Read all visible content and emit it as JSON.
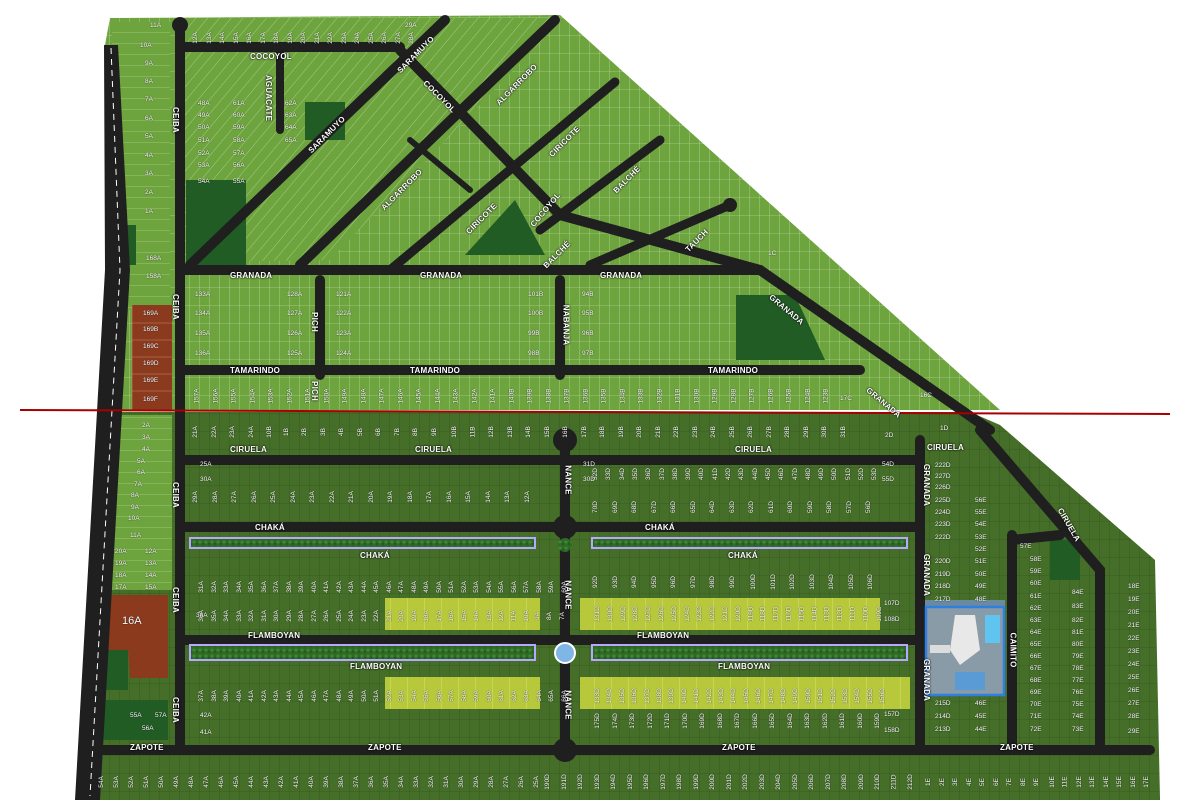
{
  "colors": {
    "road": "#1f1f1f",
    "lot_light": "#6da43e",
    "lot_dark": "#4d7a2d",
    "lot_yellow": "#b9c93a",
    "forest": "#1f5a25",
    "brown": "#8b3a1e",
    "divider": "#b00000",
    "line": "#d6e8c3",
    "median": "#9b8fd6",
    "amenity": "#2f7fe0"
  },
  "streets": {
    "cocoyol": "COCOYOL",
    "aguacate": "AGUACATE",
    "saramuyo": "SARAMUYO",
    "algarrobo": "ALGARROBO",
    "ciricote": "CIRICOTE",
    "balche": "BALCHÉ",
    "tauch": "TAUCH",
    "ceiba": "CEIBA",
    "granada": "GRANADA",
    "pich": "PICH",
    "nabanja": "NABANJA",
    "tamarindo": "TAMARINDO",
    "ciruela": "CIRUELA",
    "nance": "NANCE",
    "chaka": "CHAKÁ",
    "flamboyan": "FLAMBOYAN",
    "zapote": "ZAPOTE",
    "caimito": "CAIMITO"
  },
  "lots": {
    "l11a": "11A",
    "l10a": "10A",
    "l9a": "9A",
    "l8a": "8A",
    "l7a": "7A",
    "l6a": "6A",
    "l5a": "5A",
    "l4a": "4A",
    "l3a": "3A",
    "l2a": "2A",
    "l1a": "1A",
    "l168a": "168A",
    "l158a": "158A",
    "l169a": "169A",
    "l169b": "169B",
    "l169c": "169C",
    "l169d": "169D",
    "l169e": "169E",
    "l169f": "169F",
    "l29a": "29A",
    "l48a": "48A",
    "l49a": "49A",
    "l50a": "50A",
    "l51a": "51A",
    "l52a": "52A",
    "l53a": "53A",
    "l54a": "54A",
    "l61a": "61A",
    "l60a": "60A",
    "l59a": "59A",
    "l58a": "58A",
    "l57a": "57A",
    "l56a": "56A",
    "l55a": "55A",
    "l62a": "62A",
    "l63a": "63A",
    "l64a": "64A",
    "l65a": "65A",
    "l133a": "133A",
    "l134a": "134A",
    "l135a": "135A",
    "l136a": "136A",
    "l128a": "128A",
    "l127a": "127A",
    "l126a": "126A",
    "l125a": "125A",
    "l121a": "121A",
    "l122a": "122A",
    "l123a": "123A",
    "l124a": "124A",
    "l101b": "101B",
    "l100b": "100B",
    "l99b": "99B",
    "l98b": "98B",
    "l94b": "94B",
    "l95b": "95B",
    "l96b": "96B",
    "l97b": "97B",
    "l1c": "1C",
    "l16c": "16C",
    "l17c": "17C",
    "l1d": "1D",
    "l2d": "2D",
    "s2a": "2A",
    "s3a": "3A",
    "s4a": "4A",
    "s5a": "5A",
    "s6a": "6A",
    "s7a": "7A",
    "s8a": "8A",
    "s9a": "9A",
    "s10a": "10A",
    "s11a": "11A",
    "s20a": "20A",
    "s19a": "19A",
    "s18a": "18A",
    "s17a": "17A",
    "s12a": "12A",
    "s13a": "13A",
    "s14a": "14A",
    "s15a": "15A",
    "l16a": "16A",
    "l25a": "25A",
    "l30a": "30A",
    "l31d": "31D",
    "l30d": "30D",
    "l54d": "54D",
    "l55d": "55D",
    "l222d": "222D",
    "l223d": "223D",
    "l224d": "224D",
    "l225d": "225D",
    "l226d": "226D",
    "l227d": "227D",
    "l220d": "220D",
    "l219d": "219D",
    "l218d": "218D",
    "l217d": "217D",
    "l216d": "216D",
    "l215d": "215D",
    "l214d": "214D",
    "l213d": "213D",
    "l56e": "56E",
    "l55e": "55E",
    "l54e": "54E",
    "l53e": "53E",
    "l52e": "52E",
    "l51e": "51E",
    "l50e": "50E",
    "l49e": "49E",
    "l48e": "48E",
    "l46e": "46E",
    "l45e": "45E",
    "l44e": "44E",
    "l57e": "57E",
    "l58e": "58E",
    "l59e": "59E",
    "l60e": "60E",
    "l61e": "61E",
    "l62e": "62E",
    "l63e": "63E",
    "l64e": "64E",
    "l65e": "65E",
    "l66e": "66E",
    "l67e": "67E",
    "l68e": "68E",
    "l69e": "69E",
    "l70e": "70E",
    "l71e": "71E",
    "l72e": "72E",
    "l84e": "84E",
    "l83e": "83E",
    "l82e": "82E",
    "l81e": "81E",
    "l80e": "80E",
    "l79e": "79E",
    "l78e": "78E",
    "l77e": "77E",
    "l76e": "76E",
    "l75e": "75E",
    "l74e": "74E",
    "l73e": "73E",
    "l18e": "18E",
    "l19e": "19E",
    "l20e": "20E",
    "l21e": "21E",
    "l22e": "22E",
    "l23e": "23E",
    "l24e": "24E",
    "l25e": "25E",
    "l26e": "26E",
    "l27e": "27E",
    "l28e": "28E",
    "l29e": "29E",
    "l107d": "107D",
    "l108d": "108D",
    "l157d": "157D",
    "l158d": "158D",
    "l36a": "36A",
    "l42a": "42A",
    "l41a": "41A",
    "l55a2": "55A",
    "l56a2": "56A",
    "l57a2": "57A"
  },
  "rows": {
    "top_a": [
      "12A",
      "13A",
      "14A",
      "15A",
      "16A",
      "17A",
      "18A",
      "19A",
      "20A",
      "21A",
      "22A",
      "23A",
      "24A",
      "25A",
      "26A",
      "27A",
      "28A"
    ],
    "tam_top": [
      "157A",
      "156A",
      "155A",
      "154A",
      "153A",
      "152A",
      "151A",
      "150A",
      "149A",
      "148A",
      "147A",
      "146A",
      "145A",
      "144A",
      "143A",
      "142A",
      "141A",
      "140B",
      "139B",
      "138B",
      "137B",
      "136B",
      "135B",
      "134B",
      "133B",
      "132B",
      "131B",
      "130B",
      "129B",
      "128B",
      "127B",
      "126B",
      "125B",
      "124B",
      "123B"
    ],
    "ciruela_top": [
      "21A",
      "22A",
      "23A",
      "24A",
      "10B",
      "1B",
      "2B",
      "3B",
      "4B",
      "5B",
      "6B",
      "7B",
      "8B",
      "9B",
      "10B",
      "11B",
      "12B",
      "13B",
      "14B",
      "15B",
      "16B",
      "17B",
      "18B",
      "19B",
      "20B",
      "21B",
      "22B",
      "23B",
      "24B",
      "25B",
      "26B",
      "27B",
      "28B",
      "29B",
      "30B",
      "31B"
    ],
    "ciruela_bottom": [
      "29A",
      "28A",
      "27A",
      "26A",
      "25A",
      "24A",
      "23A",
      "22A",
      "21A",
      "20A",
      "19A",
      "18A",
      "17A",
      "16A",
      "15A",
      "14A",
      "13A",
      "12A"
    ],
    "chaka_row": [
      "31A",
      "32A",
      "33A",
      "34A",
      "35A",
      "36A",
      "37A",
      "38A",
      "39A",
      "40A",
      "41A",
      "42A",
      "43A",
      "44A",
      "45A",
      "46A",
      "47A",
      "48A",
      "49A",
      "50A",
      "51A",
      "52A",
      "53A",
      "54A",
      "55A",
      "56A",
      "57A",
      "58A",
      "59A",
      "60A"
    ],
    "flam_row": [
      "36A",
      "35A",
      "34A",
      "33A",
      "32A",
      "31A",
      "30A",
      "29A",
      "28A",
      "27A",
      "26A",
      "25A",
      "24A",
      "23A",
      "22A",
      "21A",
      "20A",
      "19A",
      "18A",
      "17A",
      "16A",
      "15A",
      "14A",
      "13A",
      "12A",
      "11A",
      "10A",
      "9A",
      "8A",
      "7A"
    ],
    "flam_south": [
      "37A",
      "38A",
      "39A",
      "40A",
      "41A",
      "42A",
      "43A",
      "44A",
      "45A",
      "46A",
      "47A",
      "48A",
      "49A",
      "50A",
      "51A",
      "52A",
      "53A",
      "54A",
      "55A",
      "56A",
      "57A",
      "58A",
      "59A",
      "60A",
      "61A",
      "62A",
      "63A",
      "64A",
      "65A",
      "66A"
    ],
    "zapote_row": [
      "54A",
      "53A",
      "52A",
      "51A",
      "50A",
      "49A",
      "48A",
      "47A",
      "46A",
      "45A",
      "44A",
      "43A",
      "42A",
      "41A",
      "40A",
      "39A",
      "38A",
      "37A",
      "36A",
      "35A",
      "34A",
      "33A",
      "32A",
      "31A",
      "30A",
      "29A",
      "28A",
      "27A",
      "26A",
      "25A"
    ],
    "right_d_top": [
      "32D",
      "33D",
      "34D",
      "35D",
      "36D",
      "37D",
      "38D",
      "39D",
      "40D",
      "41D",
      "42D",
      "43D",
      "44D",
      "45D",
      "46D",
      "47D",
      "48D",
      "49D",
      "50D",
      "51D",
      "52D",
      "53D"
    ],
    "right_d_mid": [
      "70D",
      "69D",
      "68D",
      "67D",
      "66D",
      "65D",
      "64D",
      "63D",
      "62D",
      "61D",
      "60D",
      "59D",
      "58D",
      "57D",
      "56D"
    ],
    "right_d_chaka": [
      "92D",
      "93D",
      "94D",
      "95D",
      "96D",
      "97D",
      "98D",
      "99D",
      "100D",
      "101D",
      "102D",
      "103D",
      "104D",
      "105D",
      "106D"
    ],
    "right_d_flam": [
      "131D",
      "130D",
      "129D",
      "128D",
      "127D",
      "126D",
      "125D",
      "124D",
      "123D",
      "122D",
      "121D",
      "120D",
      "119D",
      "118D",
      "117D",
      "116D",
      "115D",
      "114D",
      "113D",
      "112D",
      "111D",
      "110D",
      "109D"
    ],
    "right_d_flam_s": [
      "133D",
      "134D",
      "135D",
      "136D",
      "137D",
      "138D",
      "139D",
      "140D",
      "141D",
      "142D",
      "143D",
      "144D",
      "145D",
      "146D",
      "147D",
      "148D",
      "149D",
      "150D",
      "151D",
      "152D",
      "153D",
      "154D",
      "155D",
      "156D"
    ],
    "right_d_zap": [
      "175D",
      "174D",
      "173D",
      "172D",
      "171D",
      "170D",
      "169D",
      "168D",
      "167D",
      "166D",
      "165D",
      "164D",
      "163D",
      "162D",
      "161D",
      "160D",
      "159D"
    ],
    "bottom_d": [
      "190D",
      "191D",
      "192D",
      "193D",
      "194D",
      "195D",
      "196D",
      "197D",
      "198D",
      "199D",
      "200D",
      "201D",
      "202D",
      "203D",
      "204D",
      "205D",
      "206D",
      "207D",
      "208D",
      "209D",
      "210D",
      "211D",
      "212D"
    ],
    "bottom_e": [
      "1E",
      "2E",
      "3E",
      "4E",
      "5E",
      "6E",
      "7E",
      "8E",
      "9E",
      "10E",
      "11E",
      "12E",
      "13E",
      "14E",
      "15E",
      "16E",
      "17E"
    ]
  }
}
